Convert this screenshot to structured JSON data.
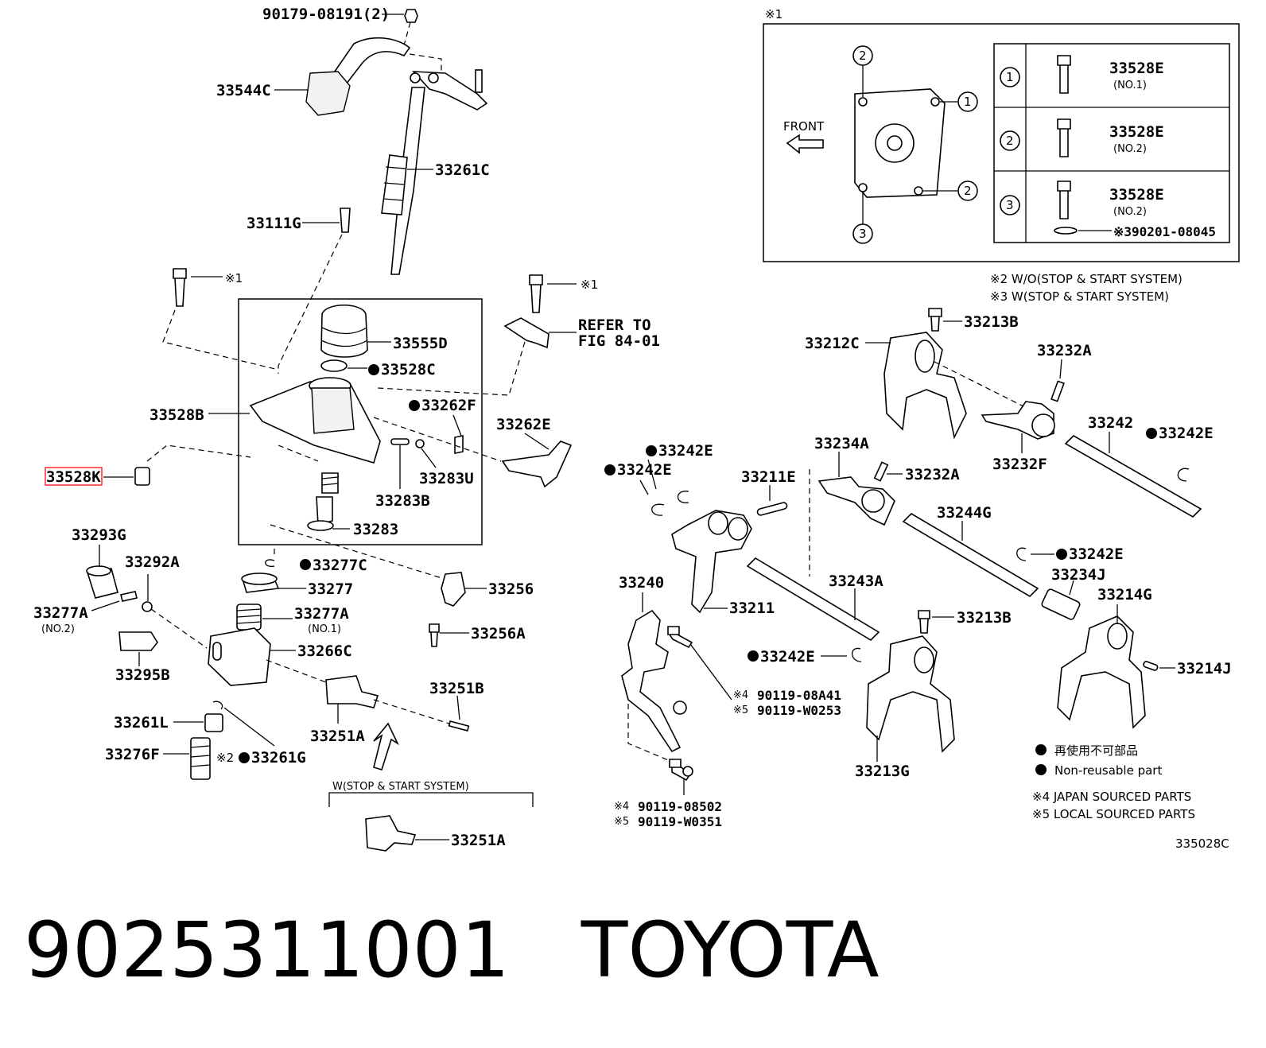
{
  "parts": {
    "p90179": "90179-08191(2)",
    "p33544C": "33544C",
    "p33261C": "33261C",
    "p33111G": "33111G",
    "p33555D": "33555D",
    "p33528C": "33528C",
    "p33528B": "33528B",
    "p33528K": "33528K",
    "p33262F": "33262F",
    "p33262E": "33262E",
    "p33283U": "33283U",
    "p33283B": "33283B",
    "p33283": "33283",
    "p33277C": "33277C",
    "p33277": "33277",
    "p33277A_no1": "33277A",
    "p33277A_no2": "33277A",
    "p33256": "33256",
    "p33256A": "33256A",
    "p33293G": "33293G",
    "p33292A": "33292A",
    "p33295B": "33295B",
    "p33266C": "33266C",
    "p33251B": "33251B",
    "p33251A_1": "33251A",
    "p33251A_2": "33251A",
    "p33261L": "33261L",
    "p33276F": "33276F",
    "p33261G": "33261G",
    "p33242E_1": "33242E",
    "p33242E_2": "33242E",
    "p33242E_3": "33242E",
    "p33242E_4": "33242E",
    "p33242E_5": "33242E",
    "p33211E": "33211E",
    "p33211": "33211",
    "p33240": "33240",
    "p33234A": "33234A",
    "p33232A_1": "33232A",
    "p33232A_2": "33232A",
    "p33232F": "33232F",
    "p33212C": "33212C",
    "p33213B_1": "33213B",
    "p33213B_2": "33213B",
    "p33242": "33242",
    "p33244G": "33244G",
    "p33243A": "33243A",
    "p33234J": "33234J",
    "p33214G": "33214G",
    "p33214J": "33214J",
    "p33213G": "33213G",
    "p90119_08A41": "90119-08A41",
    "p90119_W0253": "90119-W0253",
    "p90119_08502": "90119-08502",
    "p90119_W0351": "90119-W0351"
  },
  "marks": {
    "ref1": "※1",
    "ref2": "※2",
    "ref3": "※3",
    "ref4": "※4",
    "ref5": "※5",
    "no1": "(NO.1)",
    "no2": "(NO.2)"
  },
  "refer": {
    "line1": "REFER TO",
    "line2": "FIG 84-01"
  },
  "inset": {
    "title": "※1",
    "front": "FRONT",
    "c1": "1",
    "c2": "2",
    "c3": "3",
    "rows": [
      {
        "num": "1",
        "part": "33528E",
        "sub": "(NO.1)"
      },
      {
        "num": "2",
        "part": "33528E",
        "sub": "(NO.2)"
      },
      {
        "num": "3",
        "part": "33528E",
        "sub": "(NO.2)",
        "extra": "※390201-08045"
      }
    ]
  },
  "notes": {
    "n2": "※2  W/O(STOP & START SYSTEM)",
    "n3": "※3 W(STOP & START SYSTEM)",
    "w_stop": "W(STOP & START SYSTEM)",
    "nonreuse_jp": "再使用不可部品",
    "nonreuse_en": "Non-reusable part",
    "n4": "※4 JAPAN SOURCED PARTS",
    "n5": "※5 LOCAL SOURCED PARTS",
    "fig_code": "335028C"
  },
  "footer": {
    "part_number": "9025311001",
    "brand": "TOYOTA"
  }
}
